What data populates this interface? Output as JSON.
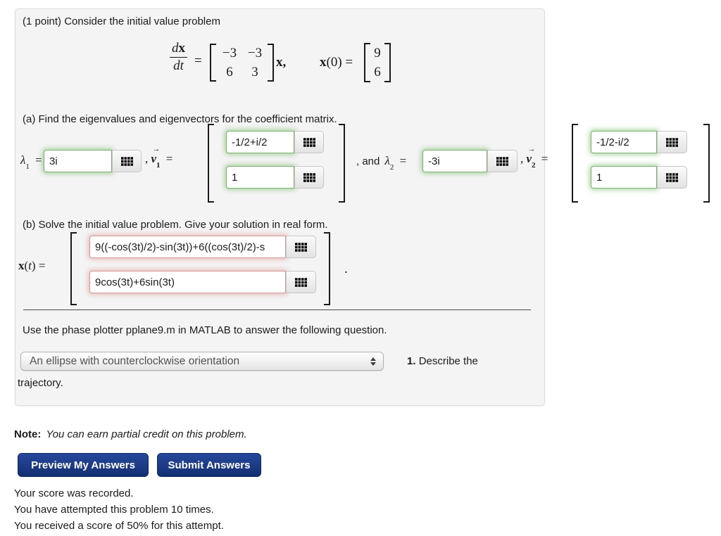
{
  "intro": "(1 point) Consider the initial value problem",
  "equation": {
    "num_d": "d",
    "num_x": "x",
    "den": "dt",
    "equals": "=",
    "matrix": [
      [
        "−3",
        "−3"
      ],
      [
        "6",
        "3"
      ]
    ],
    "x_comma": "x,",
    "ic_x": "x",
    "ic_rest": "(0) =",
    "ic_values": [
      "9",
      "6"
    ]
  },
  "part_a": {
    "heading": "(a) Find the eigenvalues and eigenvectors for the coefficient matrix.",
    "lambda_symbol": "λ",
    "sub1": "1",
    "sub2": "2",
    "equals": "=",
    "comma": ",",
    "and_label": ", and",
    "v_symbol": "v",
    "arrow": "→",
    "lambda1_value": "3i",
    "lambda2_value": "-3i",
    "v1_values": [
      "-1/2+i/2",
      "1"
    ],
    "v2_values": [
      "-1/2-i/2",
      "1"
    ]
  },
  "part_b": {
    "heading": "(b) Solve the initial value problem. Give your solution in real form.",
    "x_label": "x",
    "t_open": "(",
    "t_sym": "t",
    "t_close": ") =",
    "values": [
      "9((-cos(3t)/2)-sin(3t))+6((cos(3t)/2)-s",
      "9cos(3t)+6sin(3t)"
    ],
    "period": "."
  },
  "phase": {
    "instruction": "Use the phase plotter pplane9.m in MATLAB to answer the following question.",
    "dropdown_value": "An ellipse with counterclockwise orientation",
    "question_number": "1.",
    "question_rest": "Describe the",
    "question_wrap": "trajectory."
  },
  "footer": {
    "note_label": "Note:",
    "note_text": "You can earn partial credit on this problem.",
    "preview_label": "Preview My Answers",
    "submit_label": "Submit Answers",
    "status": [
      "Your score was recorded.",
      "You have attempted this problem 10 times.",
      "You received a score of 50% for this attempt."
    ]
  },
  "colors": {
    "correct_border": "#7db36f",
    "incorrect_border": "#d79b9b",
    "button_bg": "#1b3a88",
    "panel_bg": "#f4f4f4"
  }
}
